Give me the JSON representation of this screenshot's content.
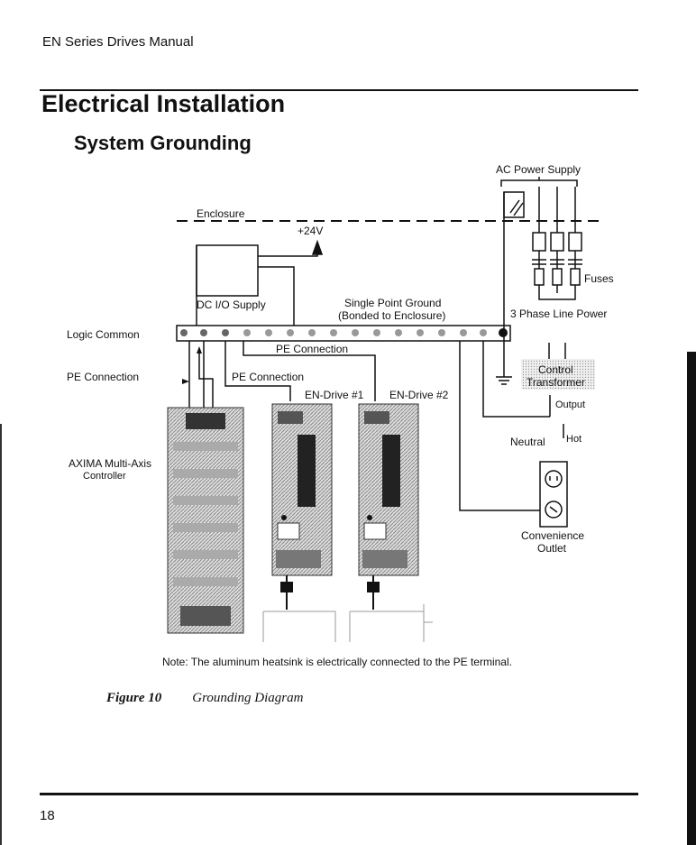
{
  "header": {
    "manual_title": "EN Series Drives Manual"
  },
  "section": {
    "title": "Electrical Installation",
    "subtitle": "System Grounding"
  },
  "diagram": {
    "ac_power_supply": "AC Power Supply",
    "enclosure": "Enclosure",
    "plus_24v": "+24V",
    "fuses": "Fuses",
    "dc_io_supply": "DC I/O Supply",
    "single_point_ground": "Single Point Ground",
    "bonded_to_enclosure": "(Bonded to Enclosure)",
    "three_phase_line_power": "3 Phase Line Power",
    "logic_common": "Logic Common",
    "pe_connection_bus": "PE Connection",
    "pe_connection_left": "PE Connection",
    "pe_connection_mid": "PE Connection",
    "control": "Control",
    "transformer": "Transformer",
    "output": "Output",
    "en_drive_1": "EN-Drive #1",
    "en_drive_2": "EN-Drive #2",
    "neutral": "Neutral",
    "hot": "Hot",
    "axima_line1": "AXIMA Multi-Axis",
    "axima_line2": "Controller",
    "convenience_line1": "Convenience",
    "convenience_line2": "Outlet"
  },
  "note": "Note: The aluminum heatsink is electrically connected to the PE terminal.",
  "figure": {
    "number": "Figure 10",
    "caption": "Grounding Diagram"
  },
  "footer": {
    "page_number": "18"
  }
}
